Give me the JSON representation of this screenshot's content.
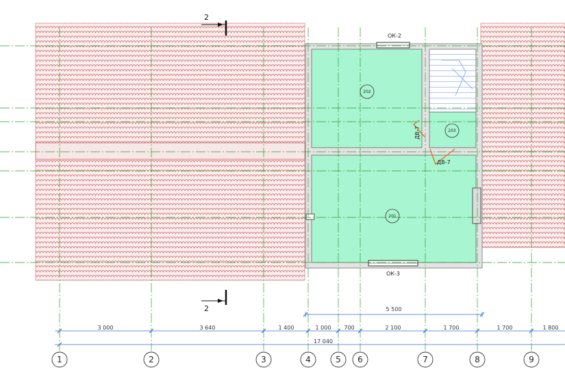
{
  "window_labels": {
    "top": "ОК-2",
    "bottom": "ОК-3"
  },
  "door_labels": {
    "left": "ДВ-7",
    "right": "ДВ-7"
  },
  "rooms": [
    {
      "number": "202"
    },
    {
      "number": "203"
    },
    {
      "number": "201"
    }
  ],
  "section_marks": {
    "top": "2",
    "bottom": "2"
  },
  "dimensions": {
    "overall_upper": "5 500",
    "segments": [
      "3 000",
      "3 640",
      "1 400",
      "1 000",
      "700",
      "2 100",
      "1 700",
      "1 700",
      "1 800"
    ],
    "total": "17 040"
  },
  "axes": [
    "1",
    "2",
    "3",
    "4",
    "5",
    "6",
    "7",
    "8",
    "9"
  ],
  "colors": {
    "roof_tile": "#d08080",
    "room_fill": "#a8f5d2",
    "wall": "#8a8a8a",
    "axis_line": "#2a9a2a",
    "dim_line": "#3b6fd0",
    "door": "#e07020"
  }
}
